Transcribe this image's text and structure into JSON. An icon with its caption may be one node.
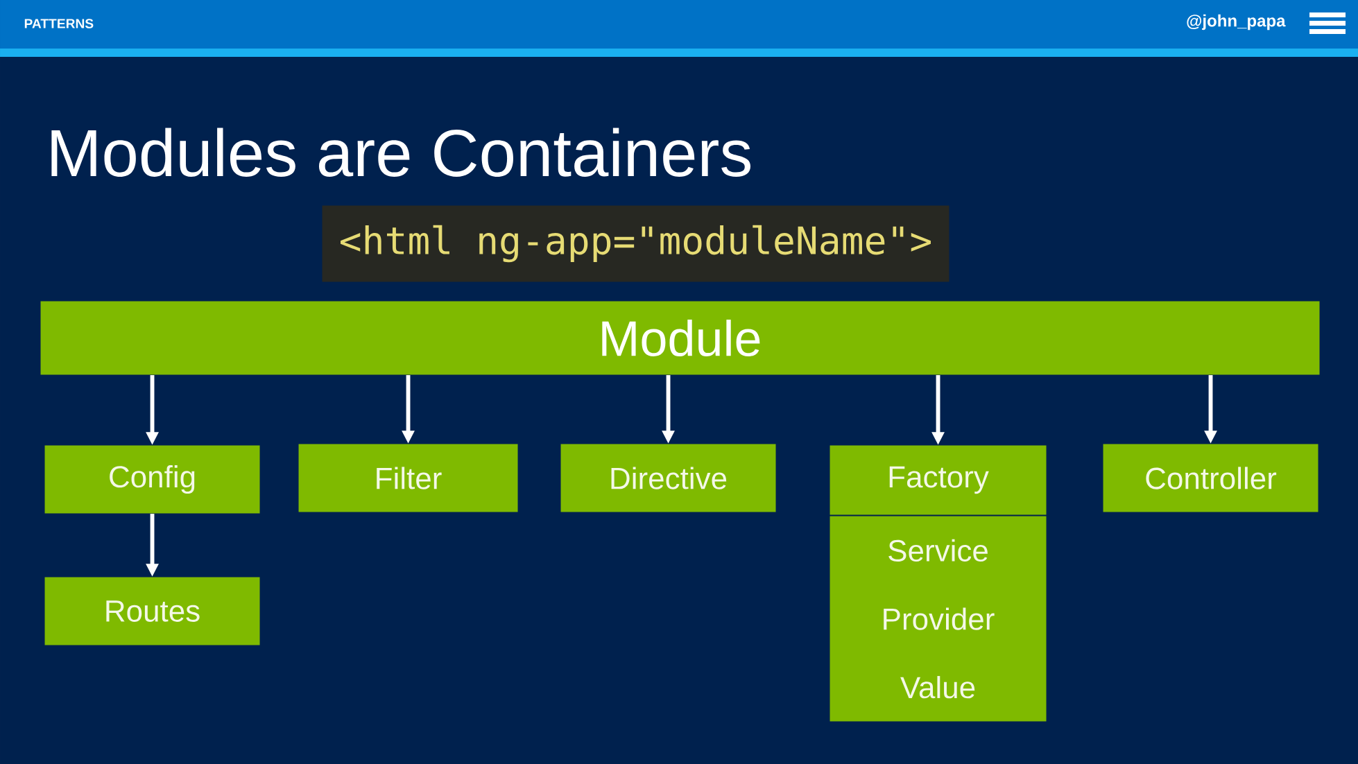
{
  "diagram": {
    "title": "Modules are Containers",
    "nodes": [
      {
        "text": [
          "<html ng-app=\"moduleName\">"
        ]
      },
      {
        "text": [
          "Module"
        ]
      },
      {
        "text": [
          "Config"
        ]
      },
      {
        "text": [
          "Filter"
        ]
      },
      {
        "text": [
          "Directive"
        ]
      },
      {
        "text": [
          "Factory"
        ]
      },
      {
        "text": [
          "Controller"
        ]
      },
      {
        "text": [
          "Routes"
        ]
      },
      {
        "text": [
          "Service",
          "Provider",
          "Value"
        ]
      }
    ],
    "edges": [
      {
        "from": 1,
        "to": 2,
        "arrow": "to"
      },
      {
        "from": 1,
        "to": 3,
        "arrow": "to"
      },
      {
        "from": 1,
        "to": 4,
        "arrow": "to"
      },
      {
        "from": 1,
        "to": 5,
        "arrow": "to"
      },
      {
        "from": 1,
        "to": 6,
        "arrow": "to"
      },
      {
        "from": 2,
        "to": 7,
        "arrow": "to"
      }
    ],
    "labels": [
      "PATTERNS",
      "@john_papa"
    ]
  }
}
